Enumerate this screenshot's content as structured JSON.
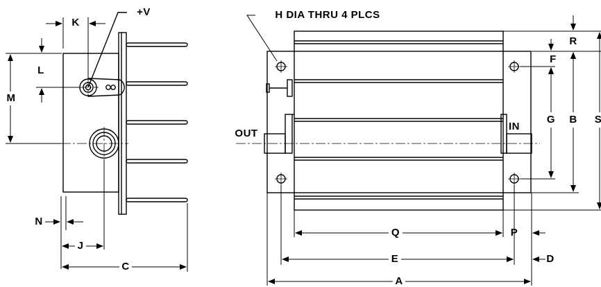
{
  "callout": {
    "holes": "H  DIA  THRU  4  PLCS",
    "voltage": "+V"
  },
  "ports": {
    "out": "OUT",
    "in": "IN"
  },
  "dims": {
    "A": "A",
    "B": "B",
    "C": "C",
    "D": "D",
    "E": "E",
    "F": "F",
    "G": "G",
    "J": "J",
    "K": "K",
    "L": "L",
    "M": "M",
    "N": "N",
    "P": "P",
    "Q": "Q",
    "R": "R",
    "S": "S"
  },
  "colors": {
    "line": "#000000",
    "background": "#ffffff"
  }
}
